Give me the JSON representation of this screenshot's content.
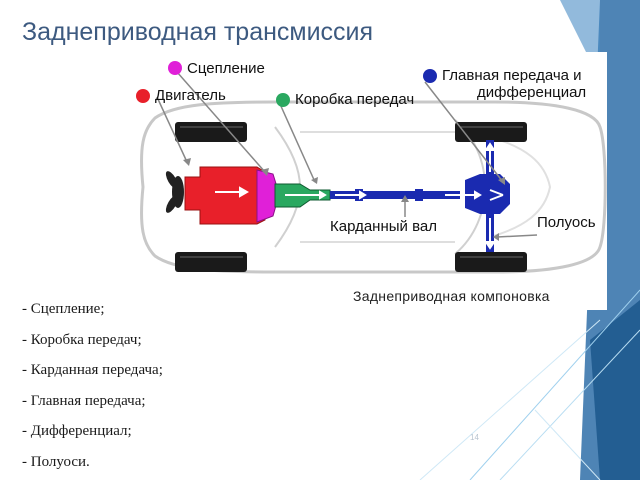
{
  "slide": {
    "title": "Заднеприводная трансмиссия",
    "number": "14"
  },
  "diagram": {
    "labels": {
      "clutch": "Сцепление",
      "engine": "Двигатель",
      "gearbox": "Коробка передач",
      "final_drive_line1": "Главная передача и",
      "final_drive_line2": "дифференциал",
      "driveshaft": "Карданный вал",
      "half_shaft": "Полуось",
      "caption": "Заднеприводная компоновка"
    },
    "colors": {
      "engine": "#e8202a",
      "clutch": "#e020d8",
      "gearbox": "#2aa860",
      "final_drive": "#1a2ab0",
      "shaft": "#1a2ab0",
      "accent": "#3d5a80"
    }
  },
  "bullets": [
    "- Сцепление;",
    "- Коробка передач;",
    "- Карданная передача;",
    "- Главная передача;",
    "- Дифференциал;",
    "- Полуоси."
  ]
}
